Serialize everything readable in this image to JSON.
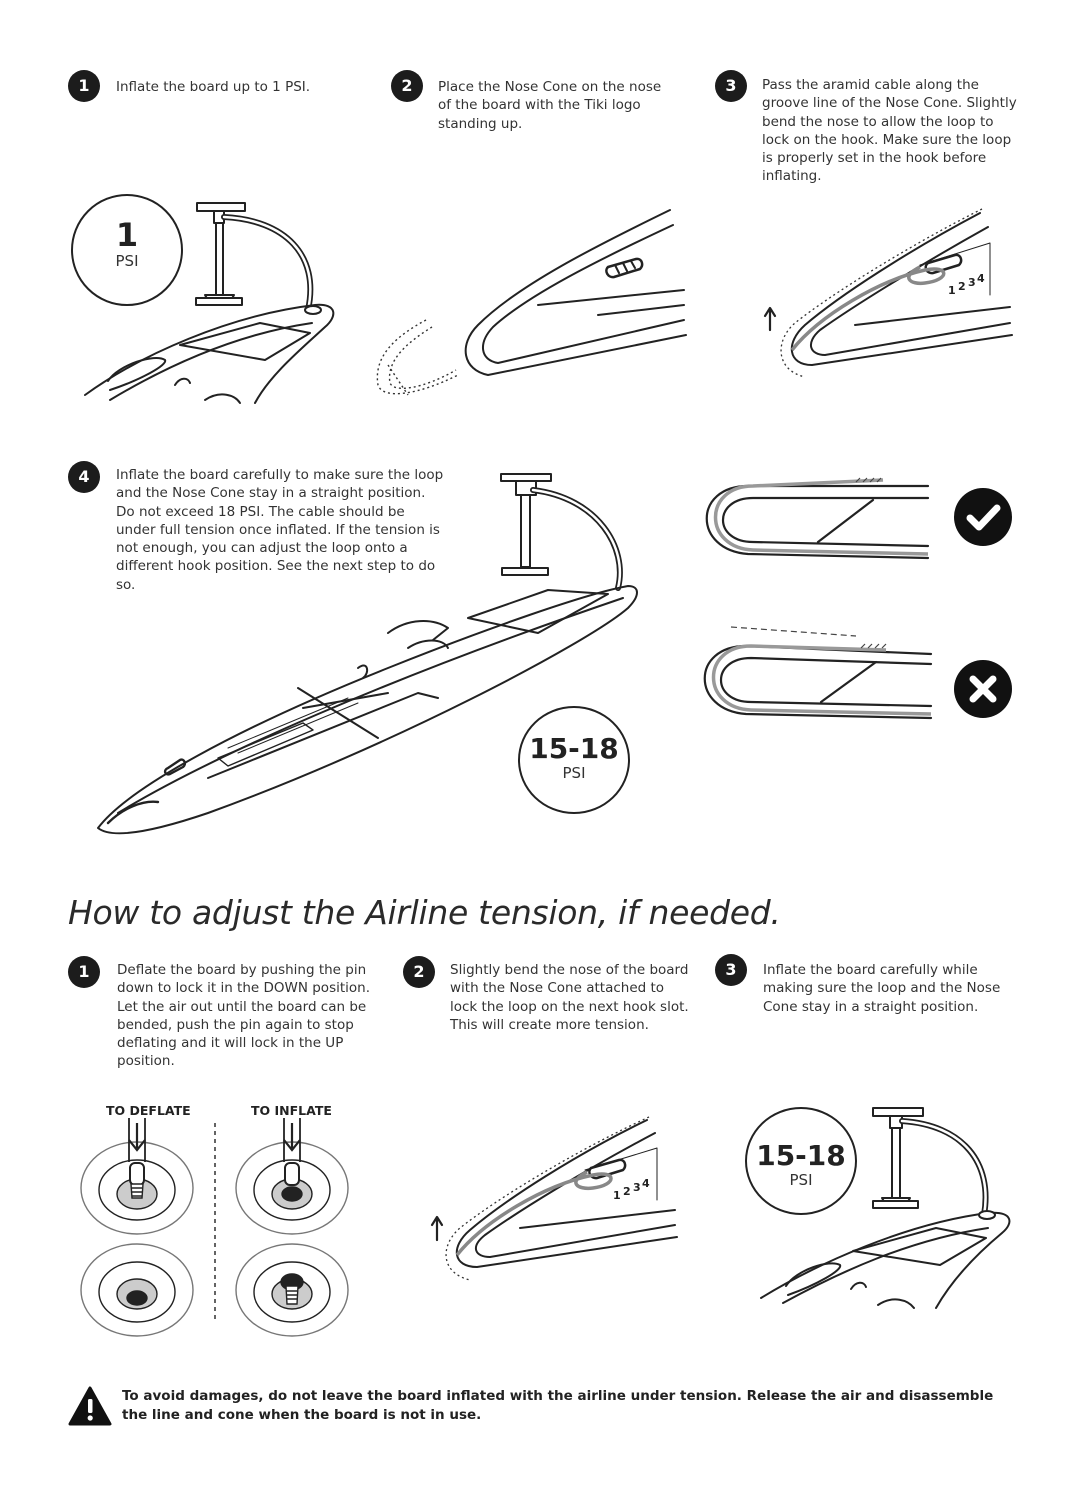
{
  "top_steps": [
    {
      "number": "1",
      "text": "Inflate the board up to 1 PSI."
    },
    {
      "number": "2",
      "text": "Place the Nose Cone on the nose of the board with the Tiki logo standing up."
    },
    {
      "number": "3",
      "text": "Pass the aramid cable along the groove line of the Nose Cone. Slightly bend the nose to allow the loop to lock on the hook. Make sure the loop is properly set in the hook before inflating."
    },
    {
      "number": "4",
      "text": "Inflate the board carefully to make sure the loop and the Nose Cone stay in a straight position. Do not exceed 18 PSI. The cable should be under full tension once inflated. If the tension is not enough, you can adjust the loop onto a different hook position. See the next step to do so."
    }
  ],
  "pressure_badges": {
    "badge_1": {
      "value": "1",
      "unit": "PSI"
    },
    "badge_2": {
      "value": "15-18",
      "unit": "PSI"
    },
    "badge_3": {
      "value": "15-18",
      "unit": "PSI"
    }
  },
  "hook_numbers": [
    "1",
    "2",
    "3",
    "4"
  ],
  "section_title": "How to adjust the Airline tension, if needed.",
  "adjust_steps": [
    {
      "number": "1",
      "text": "Deflate the board by pushing the pin down to lock it in the DOWN position. Let the air out until the board can be bended, push the pin again to stop deflating and it will lock in the UP position."
    },
    {
      "number": "2",
      "text": "Slightly bend the nose of the board with the Nose Cone attached to lock the loop on the next hook slot. This will create more tension."
    },
    {
      "number": "3",
      "text": "Inflate the board carefully while making sure the loop and the Nose Cone stay in a straight position."
    }
  ],
  "valve_captions": {
    "deflate": "TO DEFLATE",
    "inflate": "TO INFLATE"
  },
  "warning": "To avoid damages, do not leave the board inflated with the airline under tension. Release the air and disassemble the line and cone when the board is not in use.",
  "icons": {
    "correct": "check-icon",
    "incorrect": "cross-icon",
    "warning": "warning-triangle-icon",
    "arrow": "arrow-up-icon"
  }
}
